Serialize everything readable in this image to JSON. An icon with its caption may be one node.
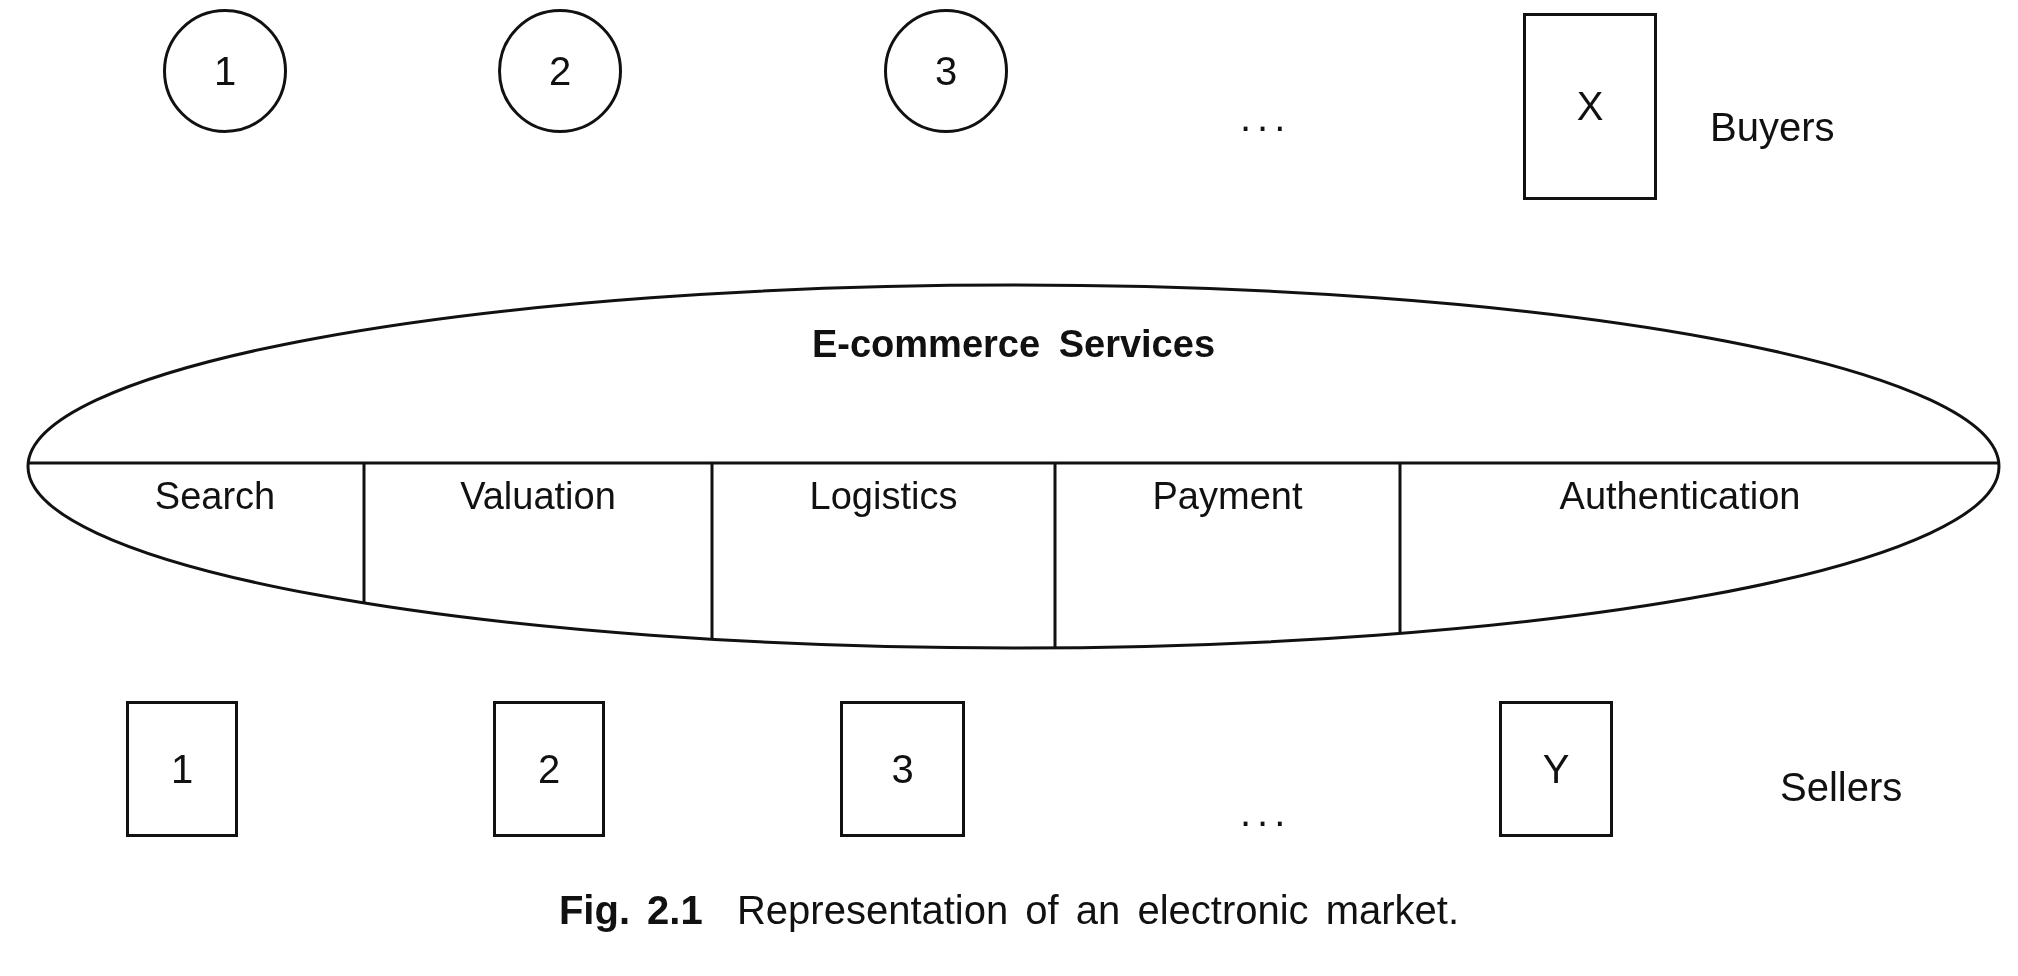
{
  "diagram": {
    "nodes": [
      {
        "text": [
          "1"
        ]
      },
      {
        "text": [
          "2"
        ]
      },
      {
        "text": [
          "3"
        ]
      },
      {
        "text": [
          "X"
        ]
      },
      {
        "text": [
          "E-commerce Services"
        ]
      },
      {
        "text": [
          "Search"
        ],
        "in": 4
      },
      {
        "text": [
          "Valuation"
        ],
        "in": 4
      },
      {
        "text": [
          "Logistics"
        ],
        "in": 4
      },
      {
        "text": [
          "Payment"
        ],
        "in": 4
      },
      {
        "text": [
          "Authentication"
        ],
        "in": 4
      },
      {
        "text": [
          "1"
        ]
      },
      {
        "text": [
          "2"
        ]
      },
      {
        "text": [
          "3"
        ]
      },
      {
        "text": [
          "Y"
        ]
      }
    ],
    "labels": [
      "...",
      "Buyers",
      "...",
      "Sellers"
    ],
    "caption": "**Fig. 2.1**  Representation of an electronic market."
  }
}
